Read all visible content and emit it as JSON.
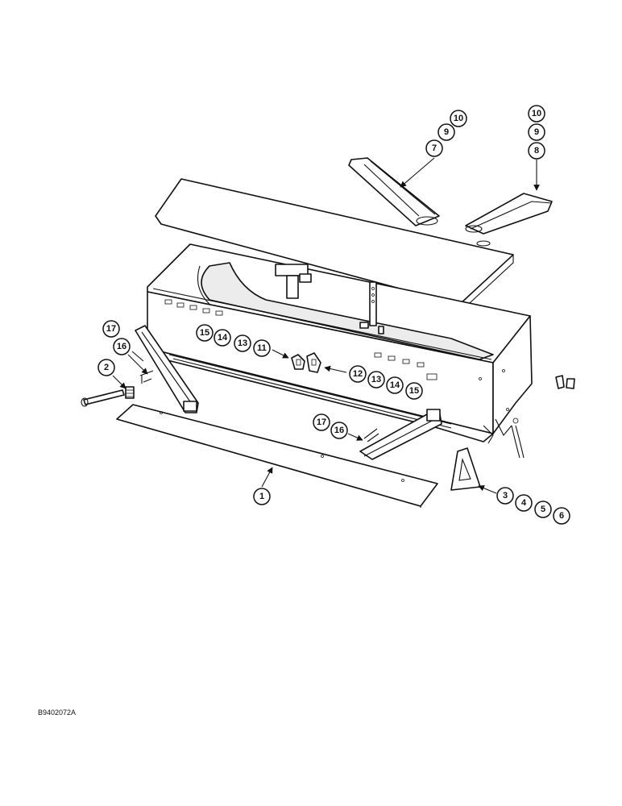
{
  "figure": {
    "reference_code": "B9402072A"
  },
  "callouts": {
    "c1": "1",
    "c2": "2",
    "c3": "3",
    "c4": "4",
    "c5": "5",
    "c6": "6",
    "c7": "7",
    "c8": "8",
    "c9a": "9",
    "c9b": "9",
    "c10a": "10",
    "c10b": "10",
    "c11": "11",
    "c12": "12",
    "c13a": "13",
    "c13b": "13",
    "c14a": "14",
    "c14b": "14",
    "c15a": "15",
    "c15b": "15",
    "c16a": "16",
    "c16b": "16",
    "c17a": "17",
    "c17b": "17"
  }
}
